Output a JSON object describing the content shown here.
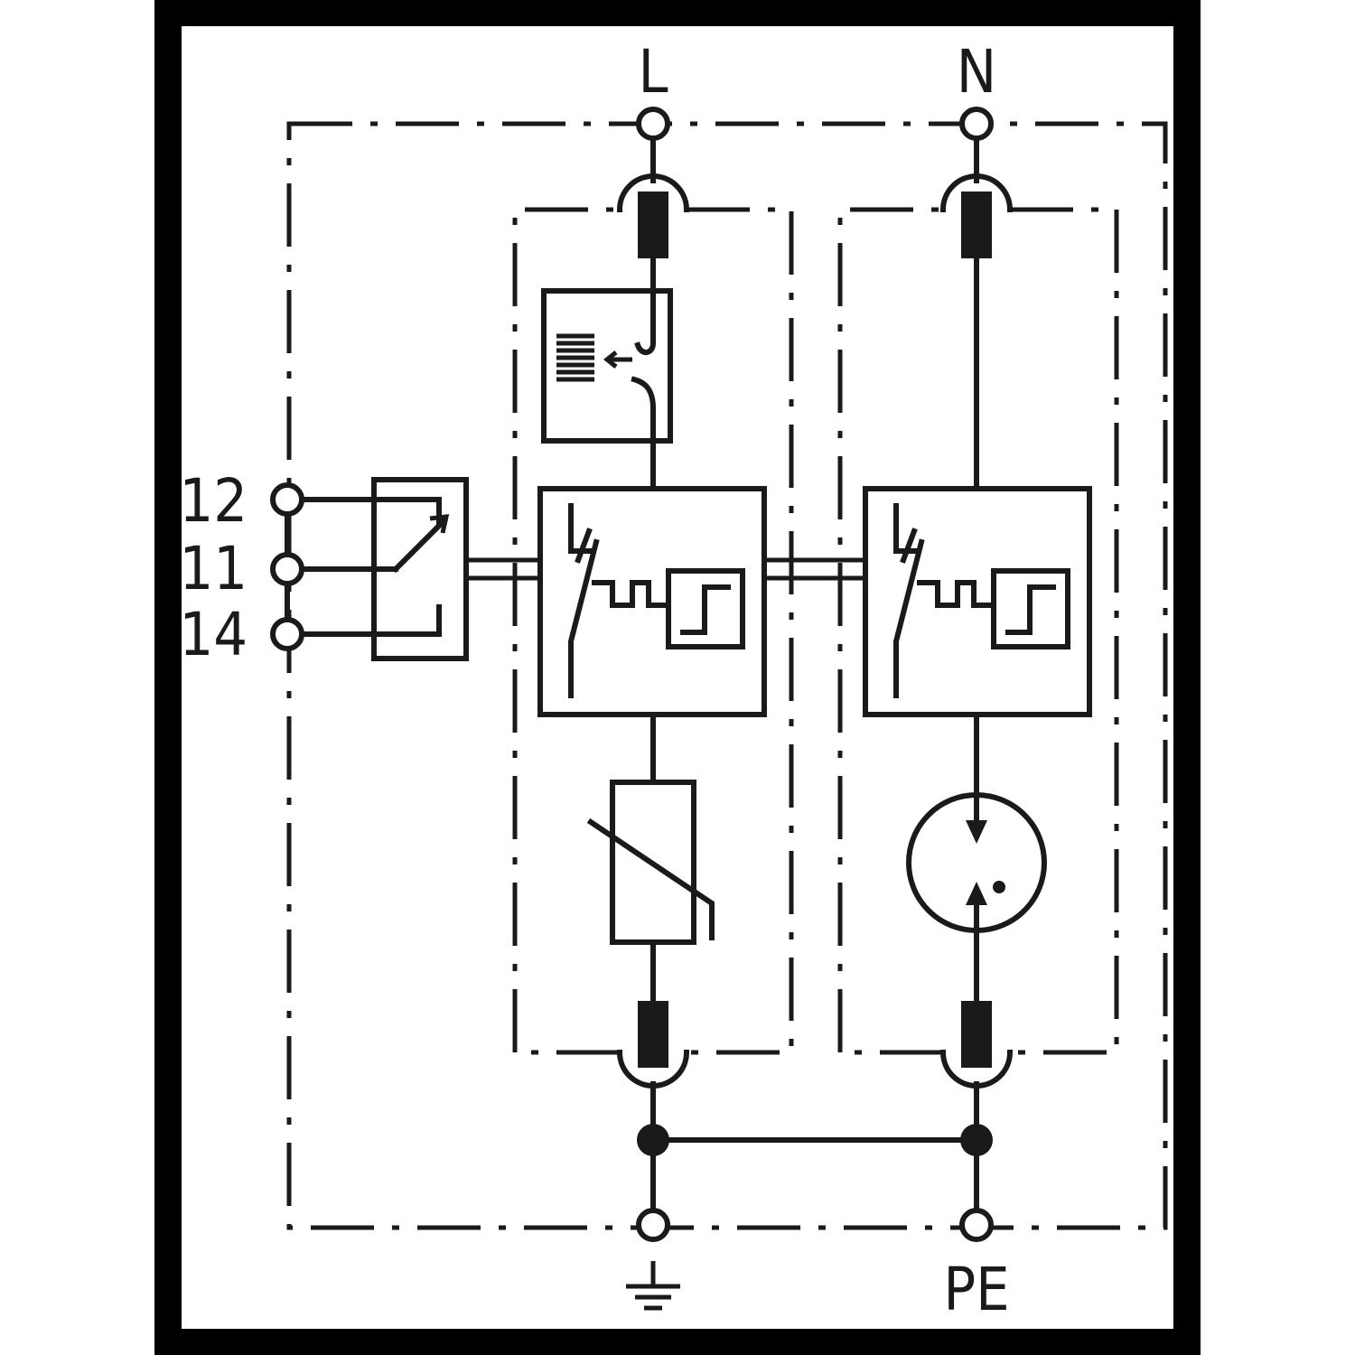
{
  "terminals": {
    "top_left": "L",
    "top_right": "N",
    "bottom_right": "PE"
  },
  "contacts": {
    "upper": "12",
    "middle": "11",
    "lower": "14"
  },
  "colors": {
    "ink": "#1a1a1a",
    "frame": "#000000",
    "background": "#ffffff"
  }
}
